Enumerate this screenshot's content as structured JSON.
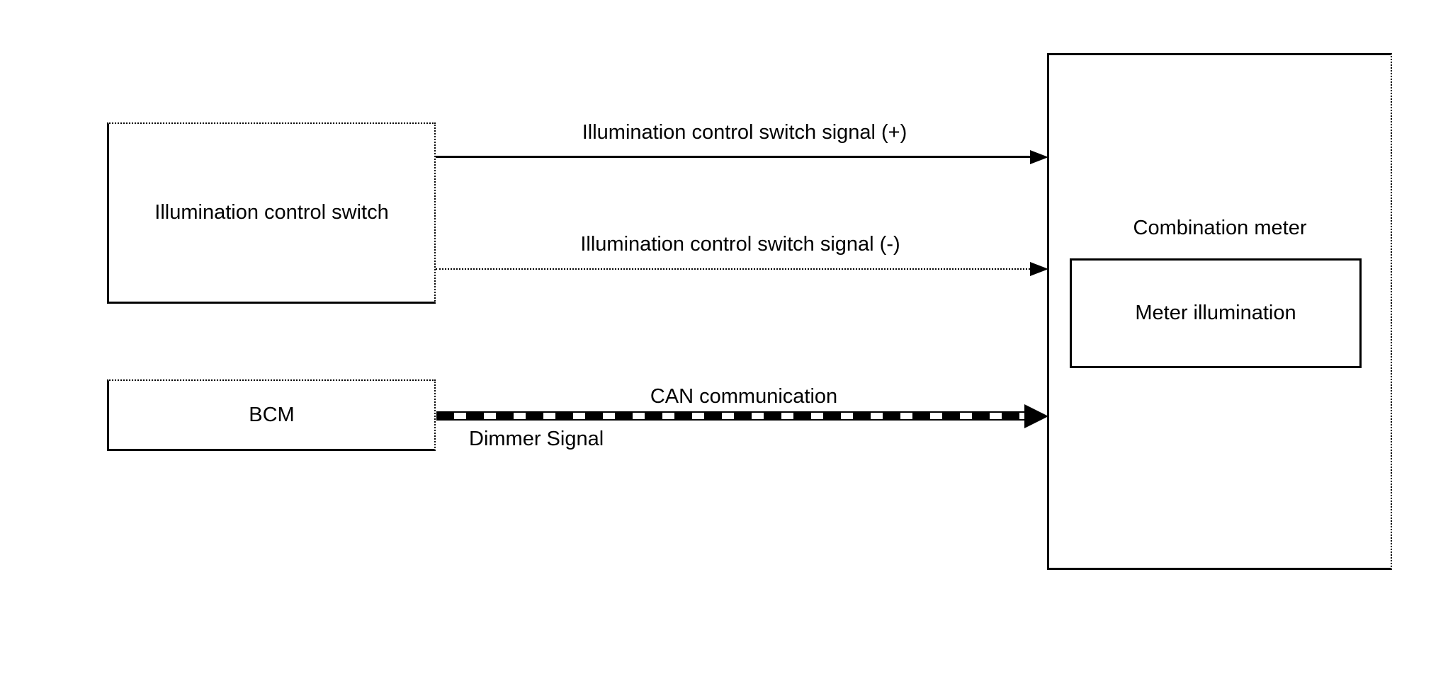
{
  "canvas": {
    "background": "#ffffff",
    "ink": "#000000"
  },
  "boxes": {
    "illumination_control_switch": "Illumination control switch",
    "bcm": "BCM",
    "combination_meter": "Combination meter",
    "meter_illumination": "Meter illumination"
  },
  "signals": {
    "plus": "Illumination control switch signal (+)",
    "minus": "Illumination control switch signal (-)",
    "can": "CAN communication",
    "dimmer": "Dimmer Signal"
  }
}
